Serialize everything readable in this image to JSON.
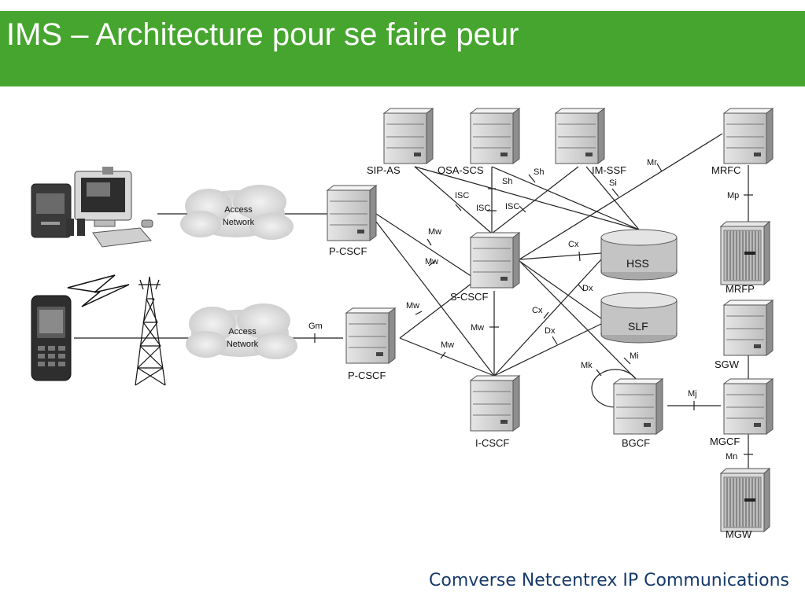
{
  "header": {
    "title": "IMS – Architecture pour se faire peur"
  },
  "footer": {
    "brand": "Comverse Netcentrex IP Communications"
  },
  "diagram": {
    "clouds": [
      {
        "id": "cloud-1",
        "line1": "Access",
        "line2": "Network"
      },
      {
        "id": "cloud-2",
        "line1": "Access",
        "line2": "Network"
      }
    ],
    "nodes": {
      "sip_as": "SIP-AS",
      "osa_scs": "OSA-SCS",
      "im_ssf": "IM-SSF",
      "mrfc": "MRFC",
      "pcscf_top": "P-CSCF",
      "pcscf_bottom": "P-CSCF",
      "scscf": "S-CSCF",
      "icscf": "I-CSCF",
      "hss": "HSS",
      "slf": "SLF",
      "bgcf": "BGCF",
      "mrfp": "MRFP",
      "sgw": "SGW",
      "mgcf": "MGCF",
      "mgw": "MGW"
    },
    "interfaces": {
      "gm": "Gm",
      "isc1": "ISC",
      "isc2": "ISC",
      "isc3": "ISC",
      "sh1": "Sh",
      "sh2": "Sh",
      "si": "Si",
      "mr": "Mr",
      "mp": "Mp",
      "mw1": "Mw",
      "mw2": "Mw",
      "mw3": "Mw",
      "mw4": "Mw",
      "mw5": "Mw",
      "cx1": "Cx",
      "cx2": "Cx",
      "dx1": "Dx",
      "dx2": "Dx",
      "mi": "Mi",
      "mk": "Mk",
      "mj": "Mj",
      "mn": "Mn"
    }
  }
}
